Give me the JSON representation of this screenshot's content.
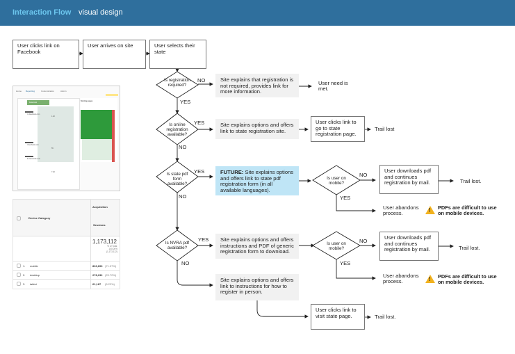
{
  "header": {
    "title": "Interaction Flow",
    "subtitle": "visual design"
  },
  "flow": {
    "step1": "User clicks link on Facebook",
    "step2": "User arrives on site",
    "step3": "User selects their state",
    "d1": "Is registration required?",
    "d1_no": "NO",
    "d1_yes": "YES",
    "d1_no_box": "Site explains that registration is not required, provides link for more information.",
    "d1_end": "User need is met.",
    "d2": "Is online registration available?",
    "d2_yes": "YES",
    "d2_no": "NO",
    "d2_box": "Site explains options and offers link to state registration site.",
    "d2_click": "User clicks link to go to state registration page.",
    "d2_end": "Trail lost",
    "d3": "Is state pdf form available?",
    "d3_yes": "YES",
    "d3_no": "NO",
    "d3_future_bold": "FUTURE:",
    "d3_future": " Site explains options and offers link to state pdf registration form (in all available languages).",
    "d3m": "Is user on mobile?",
    "d3m_no": "NO",
    "d3m_yes": "YES",
    "d3_download": "User downloads pdf and continues registration by mail.",
    "d3_end": "Trail lost.",
    "d3_abandon": "User abandons process.",
    "d3_warn": "PDFs are difficult to use on mobile devices.",
    "d4": "Is NVRA pdf available?",
    "d4_yes": "YES",
    "d4_no": "NO",
    "d4_box": "Site explains options and offers instructions and PDF of generic registration form to download.",
    "d4m": "Is user on mobile?",
    "d4m_no": "NO",
    "d4m_yes": "YES",
    "d4_download": "User downloads pdf and continues registration by mail.",
    "d4_end": "Trail lost.",
    "d4_abandon": "User abandons process.",
    "d4_warn": "PDFs are difficult to use on mobile devices.",
    "d4_no_box": "Site explains options and offers link to instructions for how to register in person.",
    "d4_click": "User clicks link to visit state page.",
    "d4_end2": "Trail lost."
  },
  "thumbnail_flow": {
    "tabs": [
      "Home",
      "Reporting",
      "Customization",
      "Admin"
    ],
    "badge": "Facebook",
    "column_title": "Starting pages",
    "nodes": [
      "m.facebook.com",
      "l.facebook.com",
      "lm.facebook.com"
    ],
    "values": [
      "1.2K",
      "55",
      "7.4K"
    ]
  },
  "thumbnail_table": {
    "group_header": "Acquisition",
    "col_device": "Device Category",
    "col_sessions": "Sessions",
    "total": "1,173,112",
    "total_pct": "% of Total:",
    "total_pct2": "100.00%",
    "total_pct3": "(1,173,112)",
    "rows": [
      {
        "rank": "1.",
        "name": "mobile",
        "value": "833,693",
        "pct": "(71.07%)"
      },
      {
        "rank": "2.",
        "name": "desktop",
        "value": "278,232",
        "pct": "(23.72%)"
      },
      {
        "rank": "3.",
        "name": "tablet",
        "value": "61,187",
        "pct": "(5.22%)"
      }
    ]
  }
}
